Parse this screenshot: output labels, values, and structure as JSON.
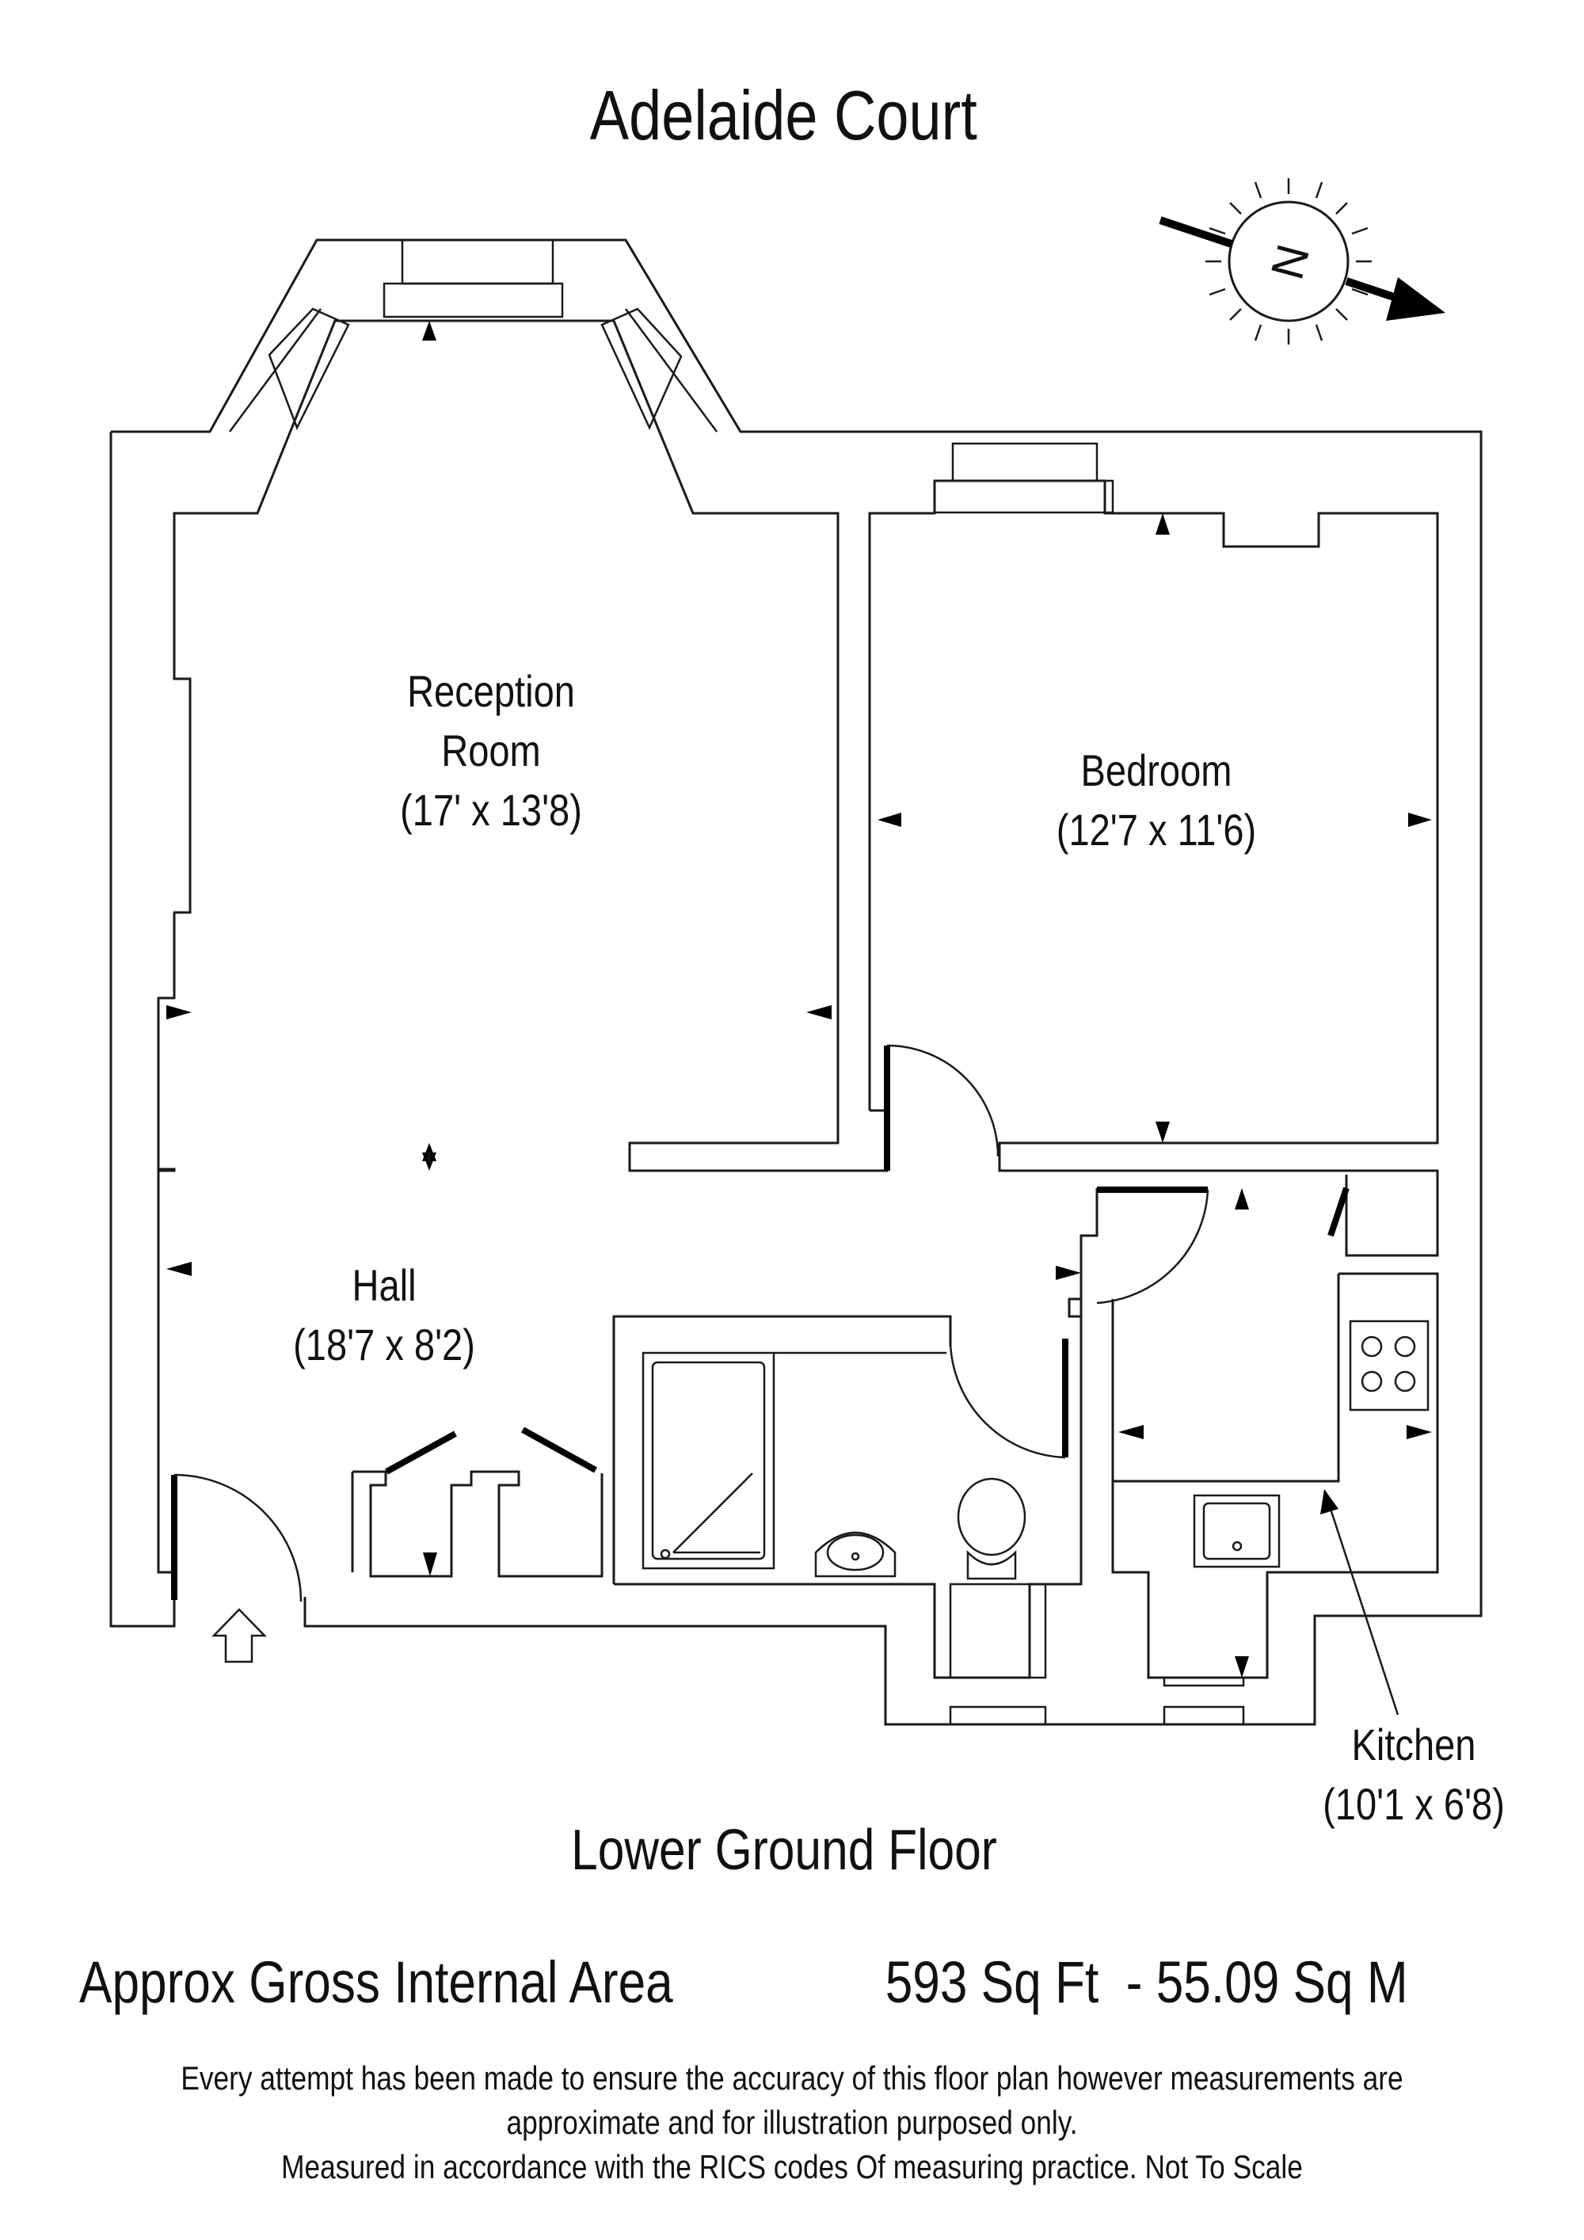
{
  "title": "Adelaide Court",
  "compass": {
    "letter": "N",
    "icon": "north-compass-icon"
  },
  "rooms": {
    "reception": {
      "name_line1": "Reception",
      "name_line2": "Room",
      "size": "(17' x 13'8)"
    },
    "bedroom": {
      "name": "Bedroom",
      "size": "(12'7 x 11'6)"
    },
    "hall": {
      "name": "Hall",
      "size": "(18'7 x 8'2)"
    },
    "kitchen": {
      "name": "Kitchen",
      "size": "(10'1 x 6'8)"
    }
  },
  "floor_name": "Lower Ground Floor",
  "area": {
    "label": "Approx Gross Internal Area",
    "value": "593 Sq Ft  - 55.09 Sq M"
  },
  "disclaimer": {
    "line1": "Every attempt has been made to ensure the accuracy of this floor plan however measurements are",
    "line2": "approximate and for illustration purposed only.",
    "line3": "Measured in accordance with the RICS codes Of measuring practice. Not To Scale"
  },
  "icons": [
    "entrance-arrow-icon",
    "hob-icon",
    "sink-icon",
    "basin-icon",
    "toilet-icon",
    "shower-tray-icon",
    "dimension-arrow-icon"
  ]
}
